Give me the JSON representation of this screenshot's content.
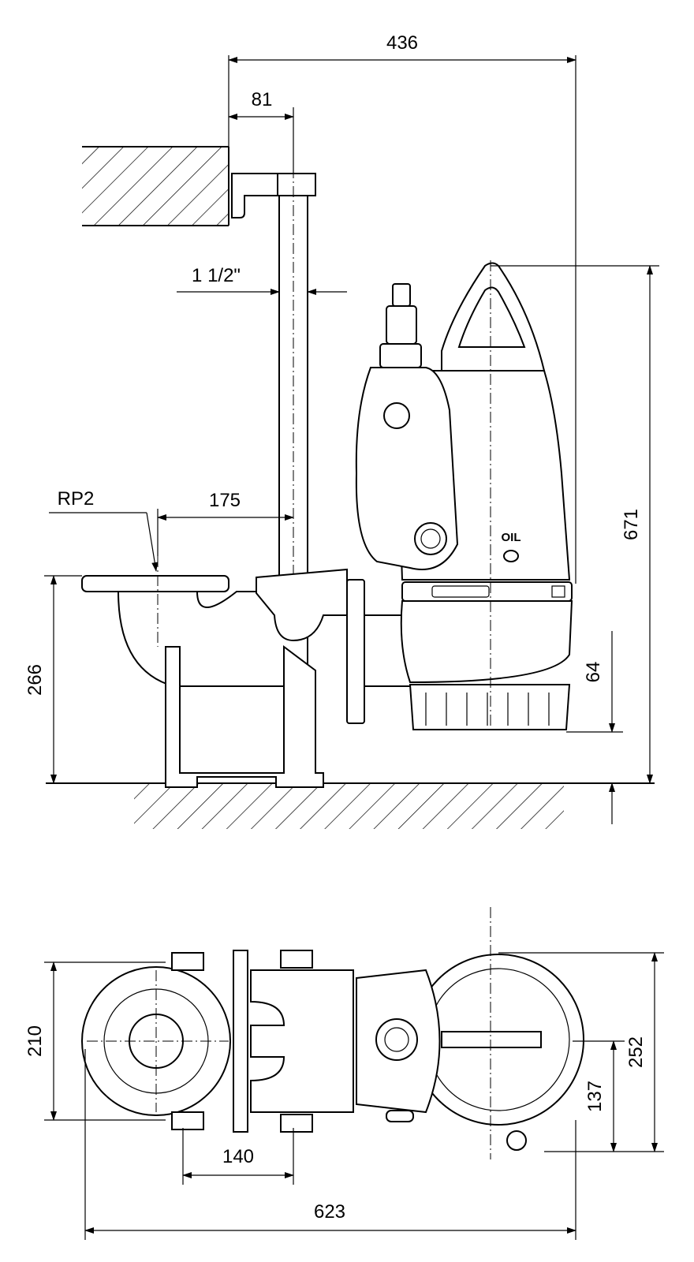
{
  "dimensions": {
    "top_view": {
      "overall_width": "436",
      "offset_81": "81",
      "pipe_size": "1 1/2\"",
      "thread": "RP2",
      "offset_175": "175",
      "height_266": "266",
      "height_671": "671",
      "clearance_64": "64"
    },
    "plan_view": {
      "width_210": "210",
      "spacing_140": "140",
      "overall_623": "623",
      "depth_252": "252",
      "offset_137": "137"
    }
  },
  "labels": {
    "oil_plug": "OIL"
  }
}
